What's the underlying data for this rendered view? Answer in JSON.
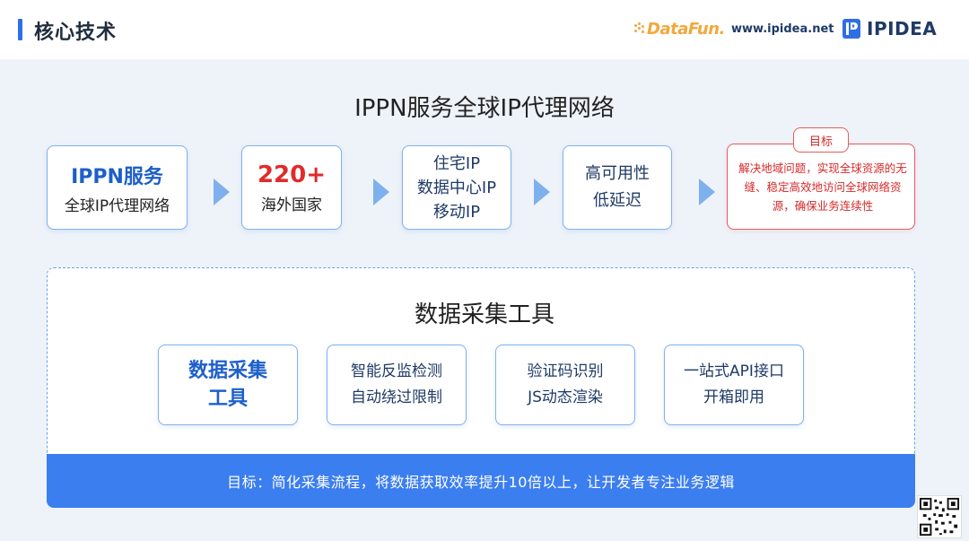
{
  "header": {
    "title": "核心技术",
    "datafun_logo": "DataFun.",
    "site_url": "www.ipidea.net",
    "ipidea_logo": "IPIDEA"
  },
  "network": {
    "heading": "IPPN服务全球IP代理网络",
    "cards": [
      {
        "line1": "IPPN服务",
        "line2": "全球IP代理网络"
      },
      {
        "line1": "220+",
        "line2": "海外国家"
      },
      {
        "line1": "住宅IP",
        "line2": "数据中心IP",
        "line3": "移动IP"
      },
      {
        "line1": "高可用性",
        "line2": "低延迟"
      }
    ],
    "goal": {
      "tag": "目标",
      "text": "解决地域问题，实现全球资源的无缝、稳定高效地访问全球网络资源，确保业务连续性"
    }
  },
  "tools": {
    "heading": "数据采集工具",
    "cards": [
      {
        "line1": "数据采集",
        "line2": "工具"
      },
      {
        "line1": "智能反监检测",
        "line2": "自动绕过限制"
      },
      {
        "line1": "验证码识别",
        "line2": "JS动态渲染"
      },
      {
        "line1": "一站式API接口",
        "line2": "开箱即用"
      }
    ],
    "footer": "目标：简化采集流程，将数据获取效率提升10倍以上，让开发者专注业务逻辑"
  },
  "colors": {
    "accent": "#2f6fe4",
    "card_border": "#7fb0ee",
    "goal_red": "#e02b2b",
    "footer_blue": "#3b7ef0"
  }
}
